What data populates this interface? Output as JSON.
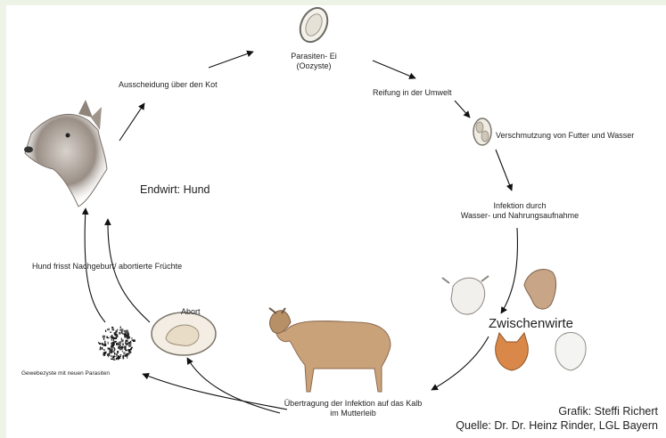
{
  "egg_label_1": "Parasiten- Ei",
  "egg_label_2": "(Oozyste)",
  "ripening": "Reifung in der Umwelt",
  "contamination": "Verschmutzung von Futter und Wasser",
  "infection_1": "Infektion durch",
  "infection_2": "Wasser- und Nahrungsaufnahme",
  "intermediate_hosts": "Zwischenwirte",
  "transmission_1": "Übertragung der Infektion auf das Kalb",
  "transmission_2": "im Mutterleib",
  "abortion": "Abort",
  "tissue_cyst": "Gewebezyste mit neuen Parasiten",
  "dog_eats": "Hund frisst Nachgeburt/ abortierte Früchte",
  "definitive_host": "Endwirt: Hund",
  "excretion": "Ausscheidung über den Kot",
  "credit_graphic": "Grafik: Steffi Richert",
  "credit_source": "Quelle: Dr. Dr. Heinz Rinder, LGL Bayern",
  "colors": {
    "arrow": "#111111",
    "frame_tint": "#eef3e8",
    "cattle_fur": "#c9a27a",
    "dog_fur": "#8a7f75"
  }
}
